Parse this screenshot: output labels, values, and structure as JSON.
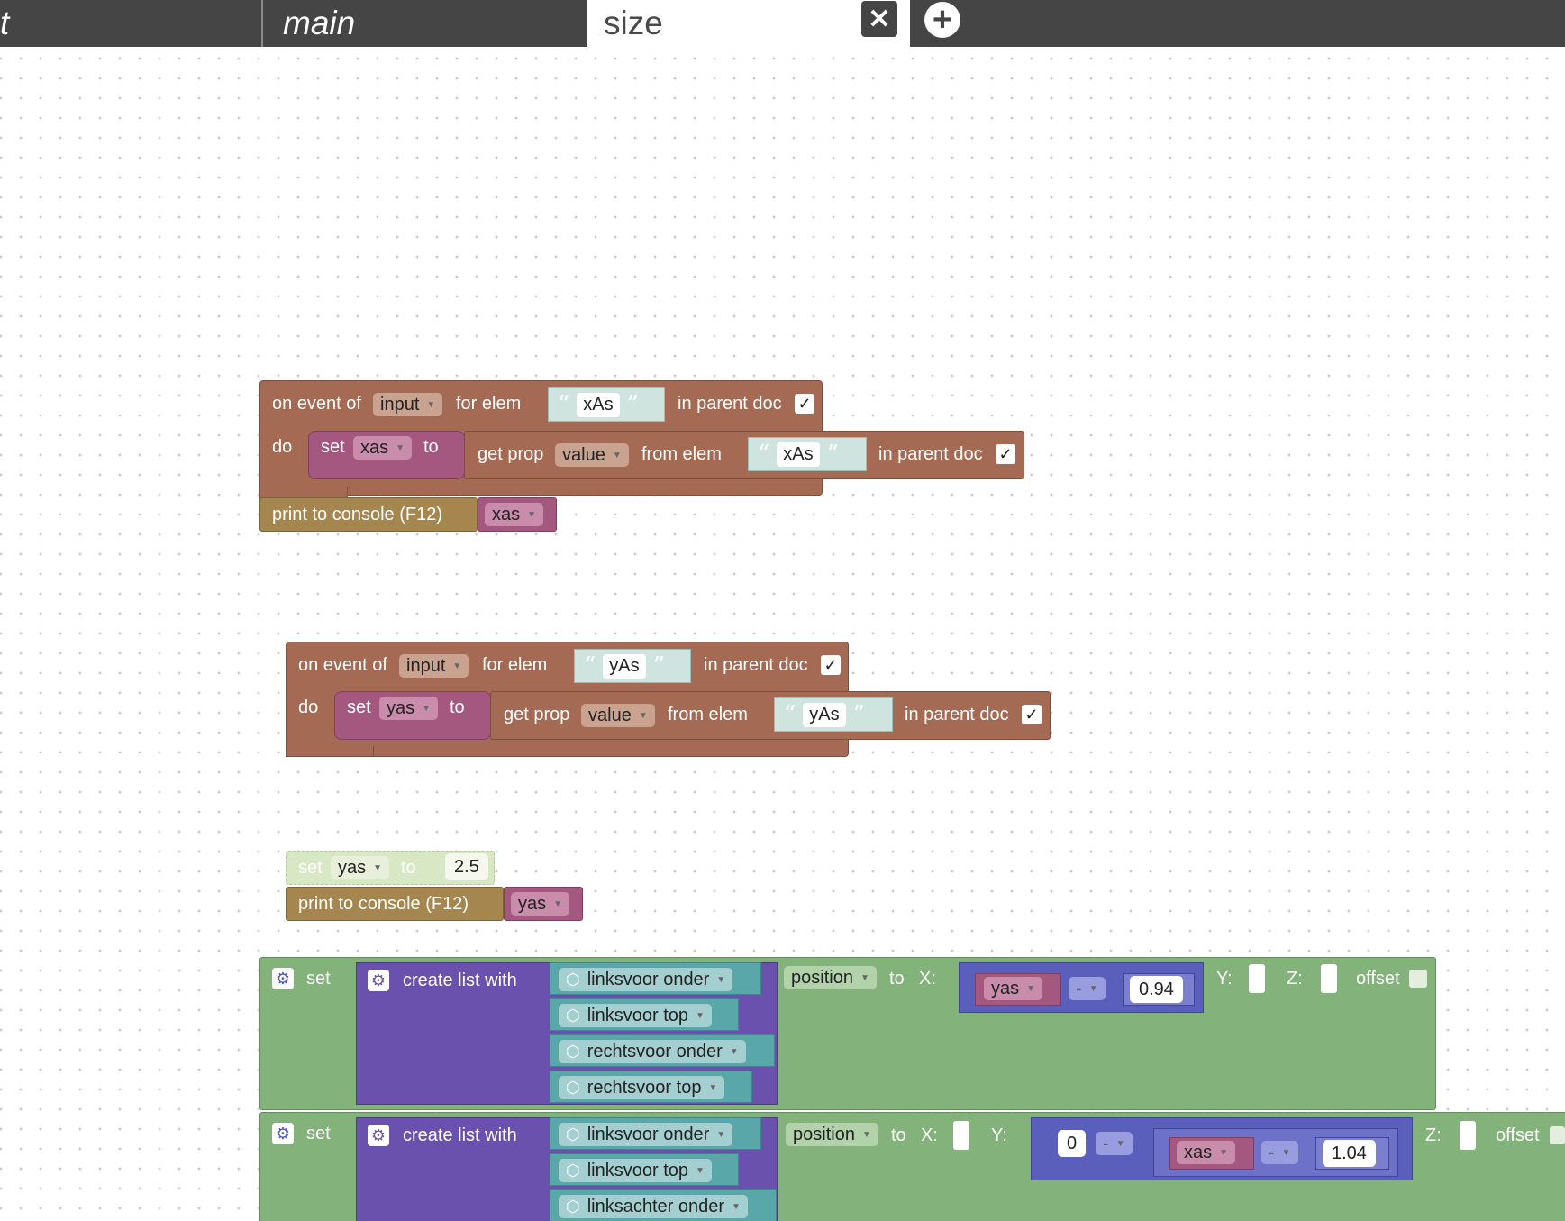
{
  "tabs": {
    "tab1": "t",
    "tab2": "main",
    "tab3": "size"
  },
  "icons": {
    "close": "close-icon",
    "add": "add-icon",
    "gear": "gear-icon",
    "cube": "cube-icon"
  },
  "colors": {
    "event_block": "#a46a53",
    "variable_block": "#a5587f",
    "print_block": "#a6864f",
    "set_position_block": "#83b27a",
    "list_block": "#6a51ae",
    "object_block": "#5aa7a9",
    "math_block": "#5a5fbc"
  },
  "event1": {
    "on_event_of": "on event of",
    "event": "input",
    "for_elem": "for elem",
    "elem": "xAs",
    "in_parent_doc": "in parent doc",
    "checkbox": "✓",
    "do": "do",
    "set": "set",
    "var": "xas",
    "to": "to",
    "get_prop": "get prop",
    "prop": "value",
    "from_elem": "from elem",
    "elem2": "xAs",
    "in_parent_doc2": "in parent doc",
    "checkbox2": "✓"
  },
  "print1": {
    "label": "print to console (F12)",
    "var": "xas"
  },
  "event2": {
    "on_event_of": "on event of",
    "event": "input",
    "for_elem": "for elem",
    "elem": "yAs",
    "in_parent_doc": "in parent doc",
    "checkbox": "✓",
    "do": "do",
    "set": "set",
    "var": "yas",
    "to": "to",
    "get_prop": "get prop",
    "prop": "value",
    "from_elem": "from elem",
    "elem2": "yAs",
    "in_parent_doc2": "in parent doc",
    "checkbox2": "✓"
  },
  "disabled_set": {
    "set": "set",
    "var": "yas",
    "to": "to",
    "value": "2.5"
  },
  "print2": {
    "label": "print to console (F12)",
    "var": "yas"
  },
  "setpos1": {
    "set": "set",
    "create_list": "create list with",
    "items": [
      "linksvoor onder",
      "linksvoor top",
      "rechtsvoor onder",
      "rechtsvoor top"
    ],
    "property": "position",
    "to": "to",
    "x_label": "X:",
    "x_var": "yas",
    "x_op": "-",
    "x_num": "0.94",
    "y_label": "Y:",
    "z_label": "Z:",
    "offset": "offset"
  },
  "setpos2": {
    "set": "set",
    "create_list": "create list with",
    "items": [
      "linksvoor onder",
      "linksvoor top",
      "linksachter onder"
    ],
    "property": "position",
    "to": "to",
    "x_label": "X:",
    "y_label": "Y:",
    "y_num1": "0",
    "y_op1": "-",
    "y_var": "xas",
    "y_op2": "-",
    "y_num2": "1.04",
    "z_label": "Z:",
    "offset": "offset"
  }
}
